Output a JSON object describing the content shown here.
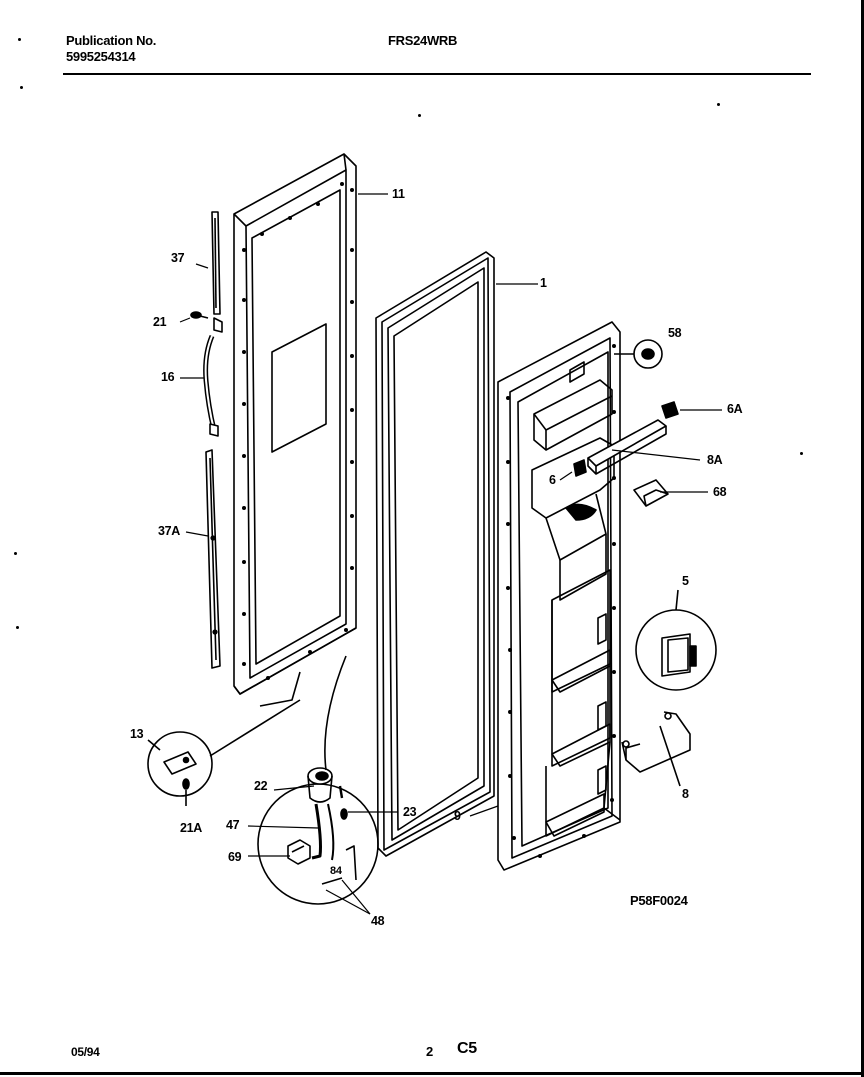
{
  "header": {
    "publication_label": "Publication No.",
    "publication_number": "5995254314",
    "model": "FRS24WRB"
  },
  "callouts": [
    "11",
    "37",
    "1",
    "21",
    "58",
    "16",
    "6A",
    "8A",
    "6",
    "68",
    "37A",
    "5",
    "13",
    "22",
    "23",
    "9",
    "8",
    "47",
    "21A",
    "69",
    "84",
    "48"
  ],
  "figure_code": "P58F0024",
  "footer": {
    "date": "05/94",
    "page": "2",
    "section": "C5"
  }
}
